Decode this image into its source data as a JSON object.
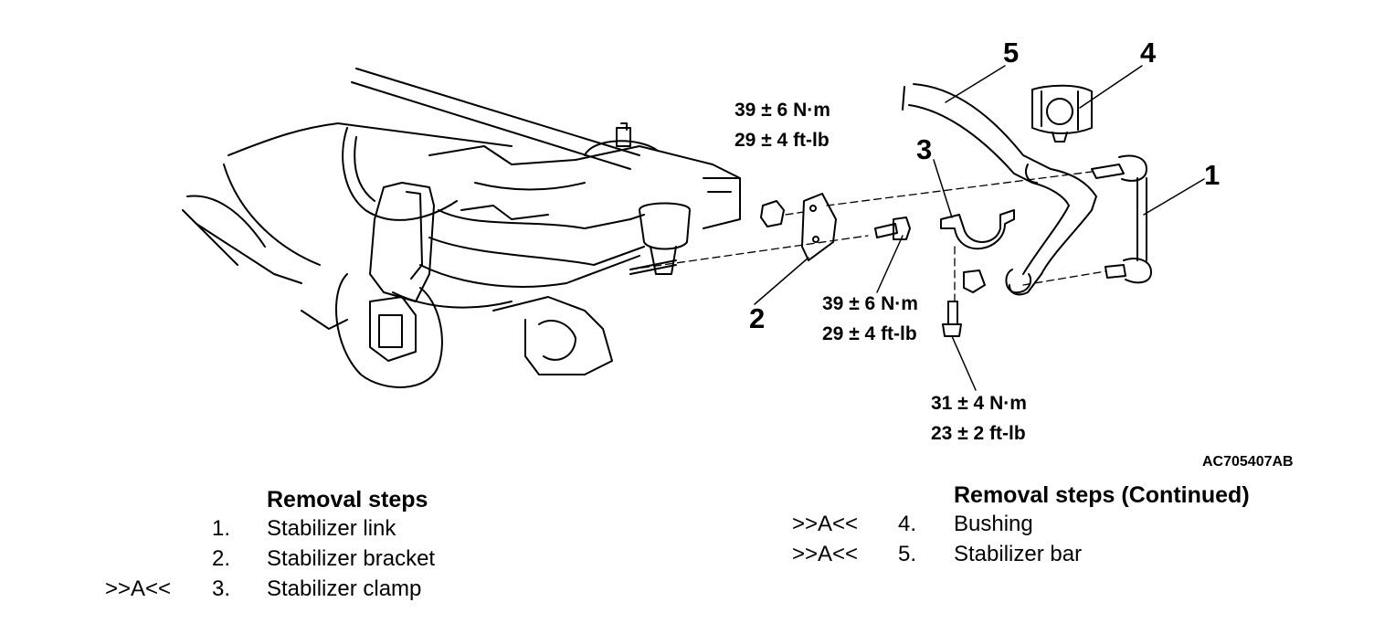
{
  "callouts": {
    "c1": "1",
    "c2": "2",
    "c3": "3",
    "c4": "4",
    "c5": "5"
  },
  "torques": {
    "bracket_nut": {
      "nm": "39 ± 6 N·m",
      "ftlb": "29 ± 4 ft-lb"
    },
    "bracket_bolt": {
      "nm": "39 ± 6 N·m",
      "ftlb": "29 ± 4 ft-lb"
    },
    "clamp_bolt": {
      "nm": "31 ± 4 N·m",
      "ftlb": "23 ± 2 ft-lb"
    }
  },
  "figure_code": "AC705407AB",
  "steps_left": {
    "title": "Removal steps",
    "items": [
      {
        "mark": "",
        "num": "1.",
        "label": "Stabilizer link"
      },
      {
        "mark": "",
        "num": "2.",
        "label": "Stabilizer bracket"
      },
      {
        "mark": ">>A<<",
        "num": "3.",
        "label": "Stabilizer clamp"
      }
    ]
  },
  "steps_right": {
    "title": "Removal steps (Continued)",
    "items": [
      {
        "mark": ">>A<<",
        "num": "4.",
        "label": "Bushing"
      },
      {
        "mark": ">>A<<",
        "num": "5.",
        "label": "Stabilizer bar"
      }
    ]
  }
}
